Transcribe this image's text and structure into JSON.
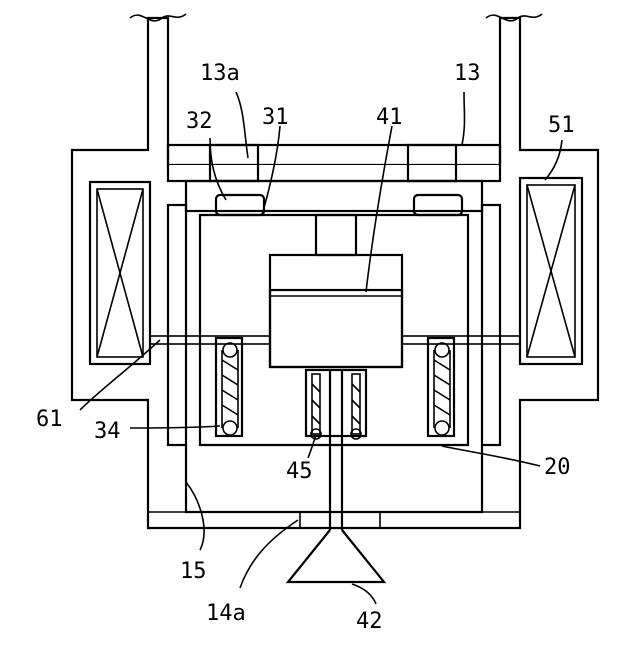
{
  "labels": {
    "l13a": "13a",
    "l13": "13",
    "l32": "32",
    "l31": "31",
    "l41": "41",
    "l51": "51",
    "l61": "61",
    "l34": "34",
    "l45": "45",
    "l20": "20",
    "l15": "15",
    "l14a": "14a",
    "l42": "42"
  },
  "colors": {
    "ink": "#000000",
    "paper": "#ffffff"
  }
}
